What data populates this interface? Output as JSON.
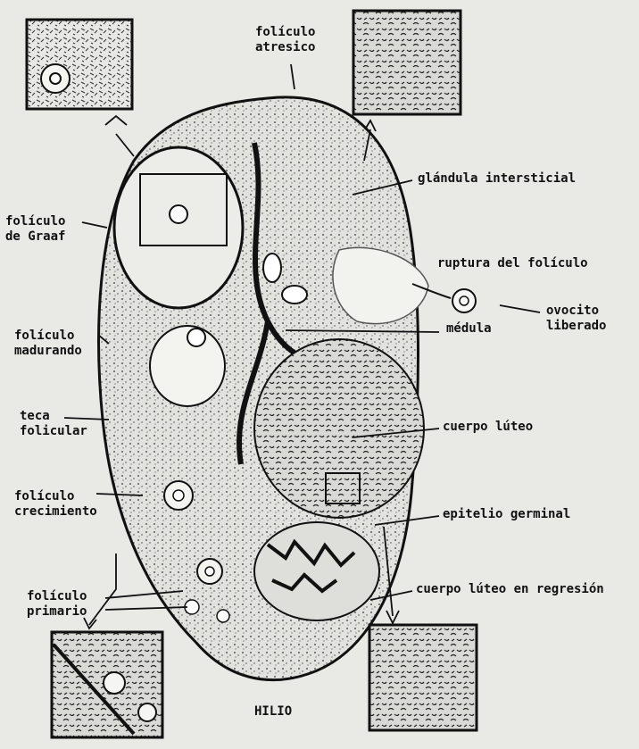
{
  "labels": {
    "foliculo_atresico": [
      "folículo",
      "atresico"
    ],
    "glandula_intersticial": "glándula intersticial",
    "foliculo_de_graaf": [
      "folículo",
      "de Graaf"
    ],
    "ruptura_del_foliculo": "ruptura del folículo",
    "ovocito_liberado": [
      "ovocito",
      "liberado"
    ],
    "foliculo_madurando": [
      "folículo",
      "madurando"
    ],
    "medula": "médula",
    "teca_folicular": [
      "teca",
      "folicular"
    ],
    "cuerpo_luteo": "cuerpo lúteo",
    "foliculo_crecimiento": [
      "folículo",
      "crecimiento"
    ],
    "epitelio_germinal": "epitelio germinal",
    "foliculo_primario": [
      "folículo",
      "primario"
    ],
    "cuerpo_luteo_regresion": "cuerpo lúteo en regresión",
    "hilio": "HILIO"
  },
  "colors": {
    "paper": "#e9e9e6",
    "ink": "#111111"
  }
}
